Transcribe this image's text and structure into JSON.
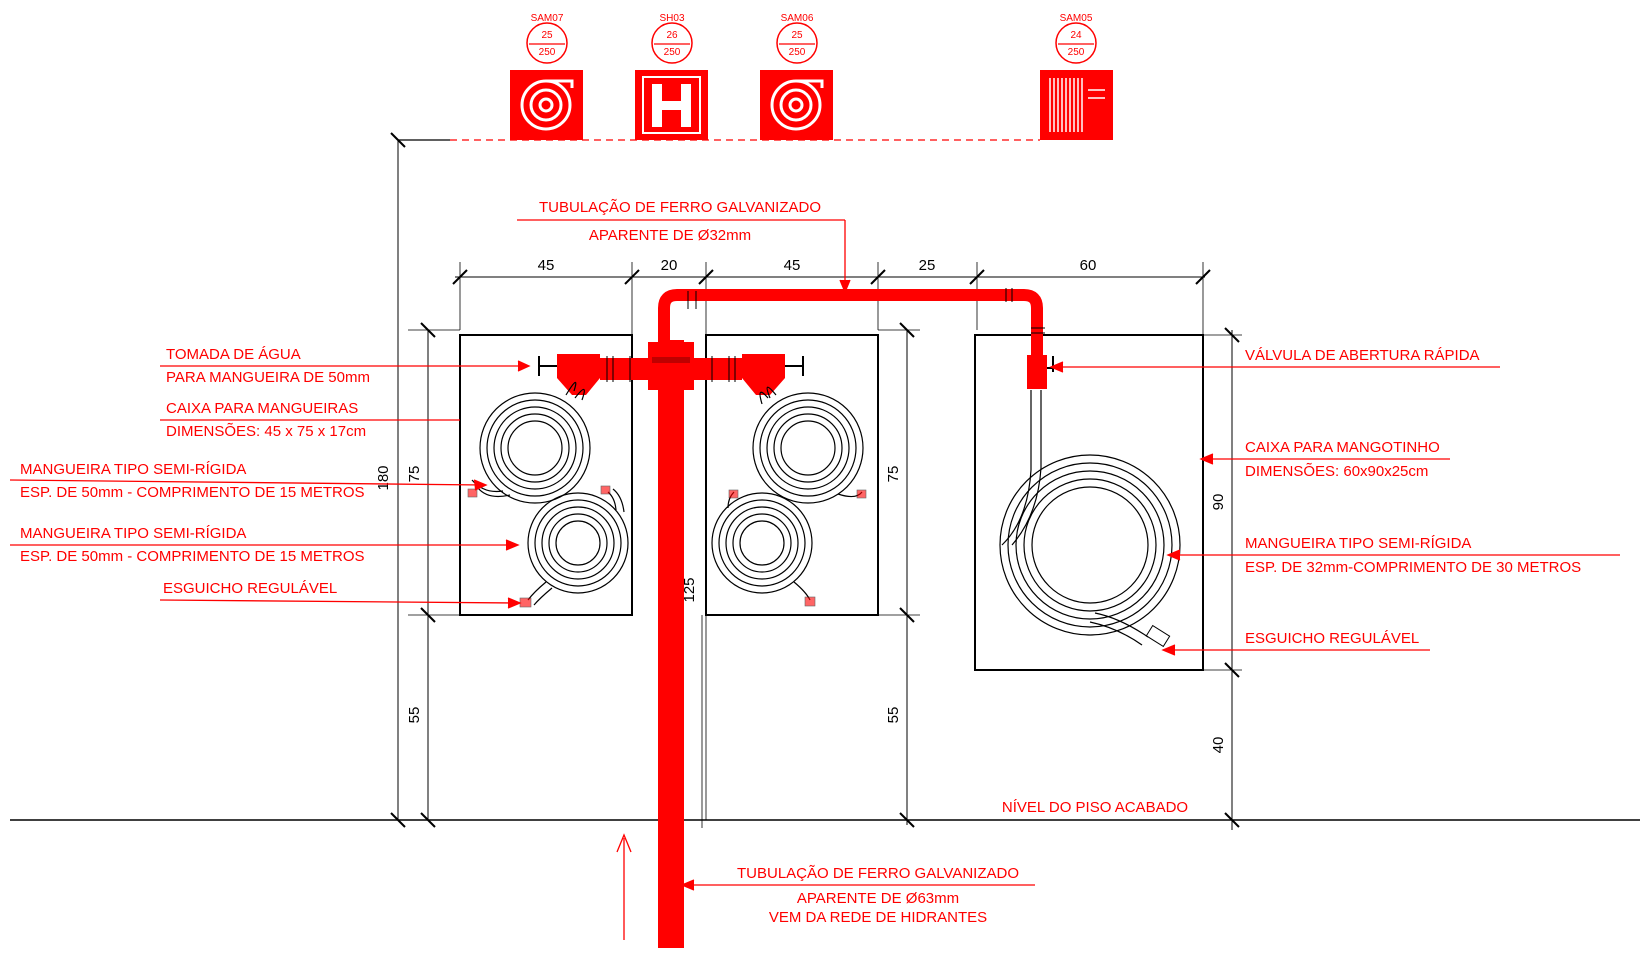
{
  "signs": [
    {
      "code": "SAM07",
      "top": "25",
      "bottom": "250",
      "icon": "hose-reel-icon"
    },
    {
      "code": "SH03",
      "top": "26",
      "bottom": "250",
      "icon": "hydrant-h-icon"
    },
    {
      "code": "SAM06",
      "top": "25",
      "bottom": "250",
      "icon": "hose-reel-icon"
    },
    {
      "code": "SAM05",
      "top": "24",
      "bottom": "250",
      "icon": "hose-rack-icon"
    }
  ],
  "dimensions": {
    "top": [
      "45",
      "20",
      "45",
      "25",
      "60"
    ],
    "left_total": "180",
    "left_box": "75",
    "left_floor": "55",
    "pipe_riser": "125",
    "mid_box": "75",
    "mid_floor": "55",
    "right_box": "90",
    "right_floor": "40"
  },
  "labels": {
    "pipe32_line1": "TUBULAÇÃO DE FERRO GALVANIZADO",
    "pipe32_line2": "APARENTE DE Ø32mm",
    "tomada_line1": "TOMADA DE ÁGUA",
    "tomada_line2": "PARA MANGUEIRA DE 50mm",
    "caixa_line1": "CAIXA PARA MANGUEIRAS",
    "caixa_line2": "DIMENSÕES: 45 x 75 x 17cm",
    "hose1_line1": "MANGUEIRA TIPO SEMI-RÍGIDA",
    "hose1_line2": "ESP. DE 50mm - COMPRIMENTO DE 15 METROS",
    "hose2_line1": "MANGUEIRA TIPO SEMI-RÍGIDA",
    "hose2_line2": "ESP. DE 50mm - COMPRIMENTO DE 15 METROS",
    "nozzle_left": "ESGUICHO REGULÁVEL",
    "valve": "VÁLVULA DE ABERTURA RÁPIDA",
    "mangotinho_line1": "CAIXA PARA MANGOTINHO",
    "mangotinho_line2": "DIMENSÕES: 60x90x25cm",
    "hose3_line1": "MANGUEIRA TIPO SEMI-RÍGIDA",
    "hose3_line2": "ESP. DE 32mm-COMPRIMENTO DE 30 METROS",
    "nozzle_right": "ESGUICHO REGULÁVEL",
    "floor": "NÍVEL DO PISO ACABADO",
    "pipe63_line1": "TUBULAÇÃO DE FERRO GALVANIZADO",
    "pipe63_line2": "APARENTE DE Ø63mm",
    "pipe63_line3": "VEM DA REDE DE HIDRANTES"
  },
  "colors": {
    "accent": "#ff0000",
    "line": "#000000"
  }
}
